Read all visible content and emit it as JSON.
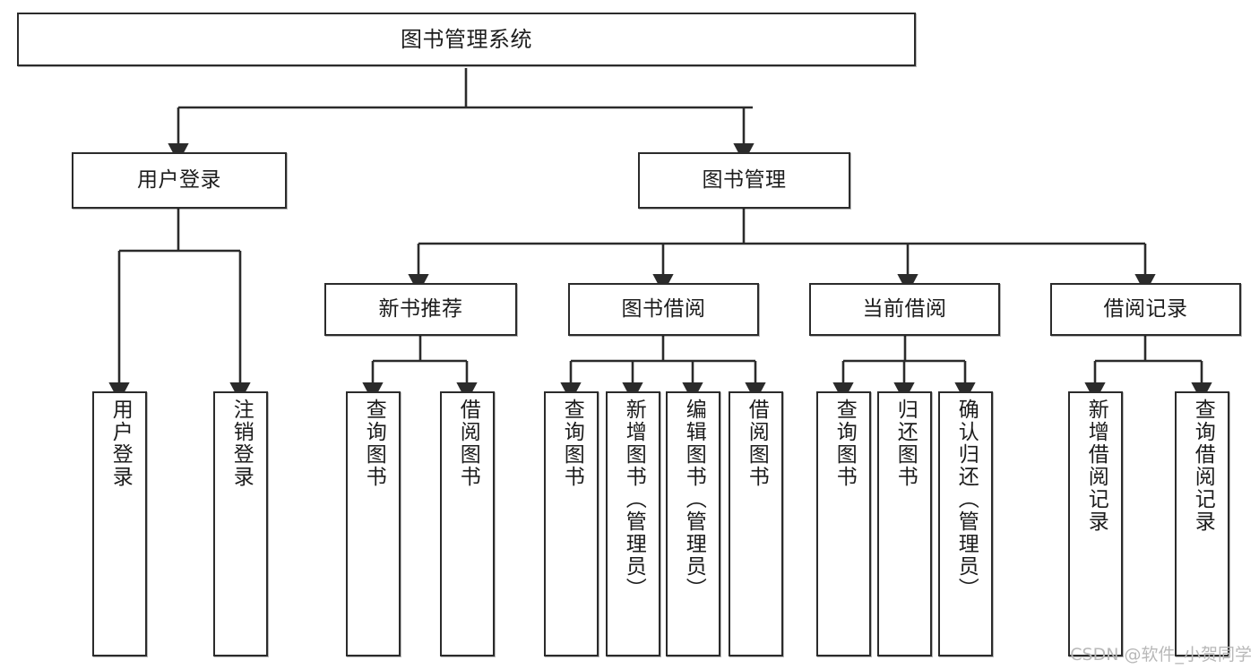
{
  "diagram": {
    "title": "图书管理系统",
    "type": "tree-hierarchy-diagram",
    "watermark": "CSDN @软件_小贺同学",
    "colors": {
      "background": "#ffffff",
      "box_border": "#2b2b2b",
      "box_fill": "#ffffff",
      "edge": "#2b2b2b",
      "text": "#1c1c1c",
      "watermark": "#b8b8b8"
    },
    "levels": {
      "level1": [
        "图书管理系统"
      ],
      "level2": [
        "用户登录",
        "图书管理"
      ],
      "level3": [
        "新书推荐",
        "图书借阅",
        "当前借阅",
        "借阅记录"
      ],
      "level4": [
        "用户登录",
        "注销登录",
        "查询图书",
        "借阅图书",
        "查询图书",
        "新增图书（管理员）",
        "编辑图书（管理员）",
        "借阅图书",
        "查询图书",
        "归还图书",
        "确认归还（管理员）",
        "新增借阅记录",
        "查询借阅记录"
      ]
    },
    "nodes": {
      "root": {
        "label": "图书管理系统"
      },
      "user_login": {
        "label": "用户登录"
      },
      "book_manage": {
        "label": "图书管理"
      },
      "new_book_rec": {
        "label": "新书推荐"
      },
      "book_borrow": {
        "label": "图书借阅"
      },
      "current_borrow": {
        "label": "当前借阅"
      },
      "borrow_record": {
        "label": "借阅记录"
      },
      "leaf_user_login": {
        "label": "用户登录"
      },
      "leaf_logout": {
        "label": "注销登录"
      },
      "leaf_query_book_a": {
        "label": "查询图书"
      },
      "leaf_borrow_book_a": {
        "label": "借阅图书"
      },
      "leaf_query_book_b": {
        "label": "查询图书"
      },
      "leaf_add_book": {
        "label": "新增图书（管理员）"
      },
      "leaf_edit_book": {
        "label": "编辑图书（管理员）"
      },
      "leaf_borrow_book_b": {
        "label": "借阅图书"
      },
      "leaf_query_book_c": {
        "label": "查询图书"
      },
      "leaf_return_book": {
        "label": "归还图书"
      },
      "leaf_confirm_return": {
        "label": "确认归还（管理员）"
      },
      "leaf_add_record": {
        "label": "新增借阅记录"
      },
      "leaf_query_record": {
        "label": "查询借阅记录"
      }
    },
    "edges": [
      {
        "from": "root",
        "to": "user_login"
      },
      {
        "from": "root",
        "to": "book_manage"
      },
      {
        "from": "user_login",
        "to": "leaf_user_login"
      },
      {
        "from": "user_login",
        "to": "leaf_logout"
      },
      {
        "from": "book_manage",
        "to": "new_book_rec"
      },
      {
        "from": "book_manage",
        "to": "book_borrow"
      },
      {
        "from": "book_manage",
        "to": "current_borrow"
      },
      {
        "from": "book_manage",
        "to": "borrow_record"
      },
      {
        "from": "new_book_rec",
        "to": "leaf_query_book_a"
      },
      {
        "from": "new_book_rec",
        "to": "leaf_borrow_book_a"
      },
      {
        "from": "book_borrow",
        "to": "leaf_query_book_b"
      },
      {
        "from": "book_borrow",
        "to": "leaf_add_book"
      },
      {
        "from": "book_borrow",
        "to": "leaf_edit_book"
      },
      {
        "from": "book_borrow",
        "to": "leaf_borrow_book_b"
      },
      {
        "from": "current_borrow",
        "to": "leaf_query_book_c"
      },
      {
        "from": "current_borrow",
        "to": "leaf_return_book"
      },
      {
        "from": "current_borrow",
        "to": "leaf_confirm_return"
      },
      {
        "from": "borrow_record",
        "to": "leaf_add_record"
      },
      {
        "from": "borrow_record",
        "to": "leaf_query_record"
      }
    ]
  }
}
